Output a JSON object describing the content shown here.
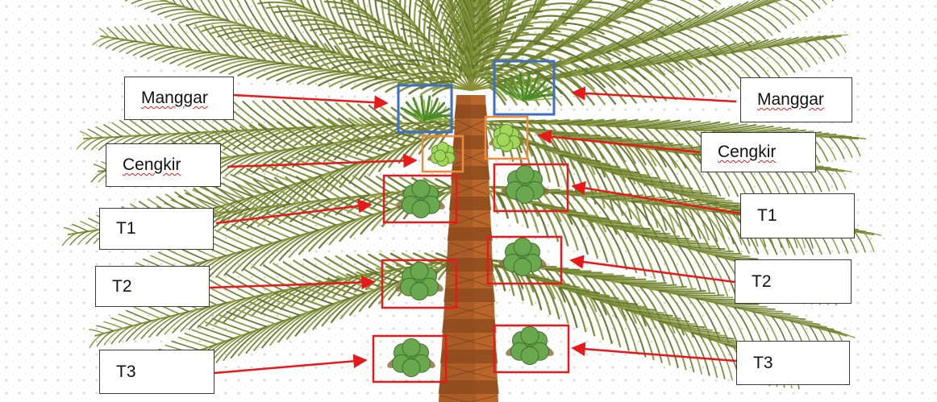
{
  "labels": {
    "left_manggar": "Manggar",
    "right_manggar": "Manggar",
    "left_cengkir": "Cengkir",
    "right_cengkir": "Cengkir",
    "left_t1": "T1",
    "right_t1": "T1",
    "left_t2": "T2",
    "right_t2": "T2",
    "left_t3": "T3",
    "right_t3": "T3"
  },
  "colors": {
    "arrow": "#e8191b",
    "manggar_box": "#3e6fc4",
    "cengkir_box": "#ef8a3c",
    "fruit_box": "#e8191b",
    "trunk": "#b9662a",
    "trunk_dark": "#8a4a1e",
    "frond": "#6f7f2c",
    "young_coconut": "#8cc63f",
    "coconut": "#6aa84f"
  },
  "icons": {
    "manggar": "palm-flower-icon",
    "cengkir": "young-coconut-cluster-icon",
    "fruit": "coconut-cluster-icon"
  }
}
